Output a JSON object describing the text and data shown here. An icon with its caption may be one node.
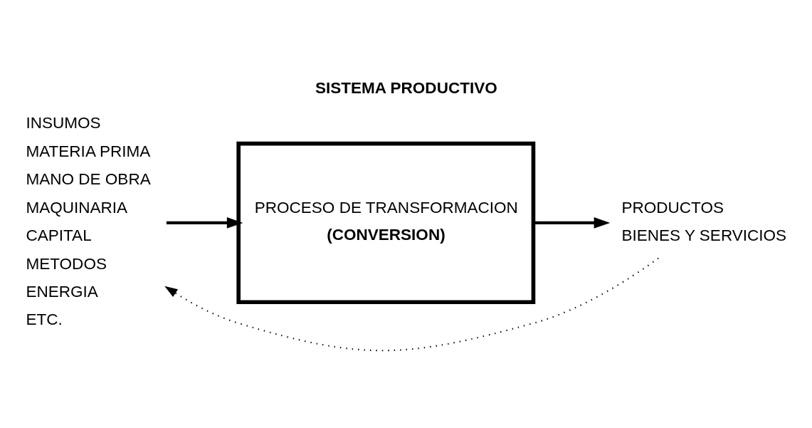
{
  "diagram": {
    "title": "SISTEMA PRODUCTIVO",
    "nodes": [
      {
        "text": [
          "INSUMOS",
          "MATERIA PRIMA",
          "MANO DE OBRA",
          "MAQUINARIA",
          "CAPITAL",
          "METODOS",
          "ENERGIA",
          "ETC."
        ]
      },
      {
        "text": [
          "PROCESO DE TRANSFORMACION",
          "(CONVERSION)"
        ]
      },
      {
        "text": [
          "PRODUCTOS",
          "BIENES Y SERVICIOS"
        ]
      }
    ],
    "edges": [
      {
        "from": 0,
        "to": 1,
        "arrow": "to"
      },
      {
        "from": 1,
        "to": 2,
        "arrow": "to"
      },
      {
        "from": 2,
        "to": 0,
        "arrow": "to",
        "style": "dashed"
      }
    ]
  }
}
